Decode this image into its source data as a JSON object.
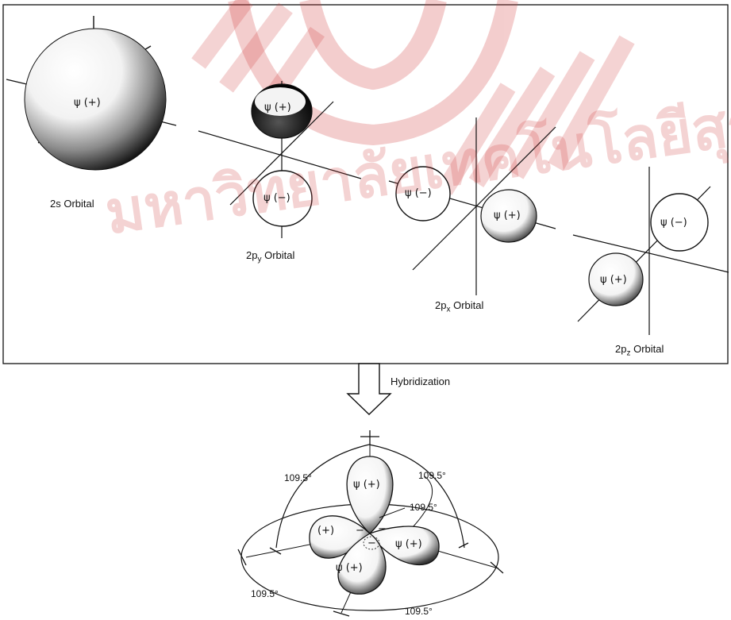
{
  "orbitals": {
    "s2": {
      "caption": "2s Orbital",
      "psi": "ψ (+)"
    },
    "py": {
      "caption": "2p",
      "sub": "y",
      "tail": " Orbital",
      "psi_top": "ψ (+)",
      "psi_bottom": "ψ (−)"
    },
    "px": {
      "caption": "2p",
      "sub": "x",
      "tail": " Orbital",
      "psi_left": "ψ (−)",
      "psi_right": "ψ (+)"
    },
    "pz": {
      "caption": "2p",
      "sub": "z",
      "tail": " Orbital",
      "psi_upper": "ψ (−)",
      "psi_lower": "ψ (+)"
    }
  },
  "arrow": {
    "label": "Hybridization"
  },
  "sp3": {
    "psi_top": "ψ (+)",
    "psi_left": "(+)",
    "psi_right": "ψ (+)",
    "psi_front": "ψ (+)",
    "minus1": "−",
    "minus2": "−",
    "minus3": "−",
    "angle_tl": "109.5°",
    "angle_tr": "109.5°",
    "angle_center": "109.5°",
    "angle_bl": "109.5°",
    "angle_br": "109.5°"
  },
  "watermark": {
    "text": "มหาวิทยาลัยเทคโนโลยีสุรนารี"
  },
  "colors": {
    "frame": "#111111",
    "shade": "#1a1a1a",
    "watermark": "#d23b3b"
  }
}
